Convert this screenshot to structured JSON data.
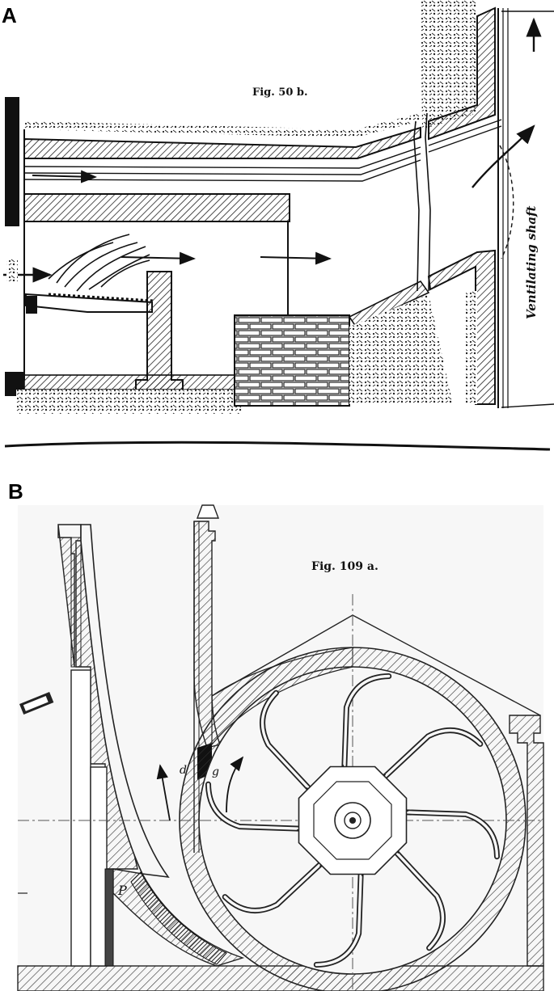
{
  "panel_a": {
    "letter": "A",
    "fig_label": "Fig. 50 b.",
    "shaft_label": "Ventilating shaft"
  },
  "panel_b": {
    "letter": "B",
    "fig_label": "Fig. 109 a.",
    "label_d": "d",
    "label_g": "g",
    "label_p": "P"
  },
  "colors": {
    "ink": "#111111",
    "paper": "#ffffff",
    "hatch": "#222222",
    "panel_b_bg": "#f7f7f7"
  }
}
